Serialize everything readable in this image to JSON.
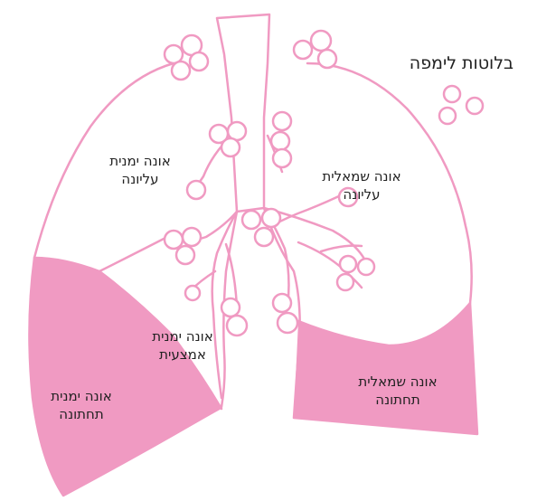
{
  "colors": {
    "outline": "#f09ac2",
    "fill": "#f09ac2",
    "background": "#ffffff",
    "text": "#222222"
  },
  "legend": {
    "text": "בלוטות לימפה"
  },
  "lobes": {
    "right_upper": {
      "line1": "אונה ימנית",
      "line2": "עליונה"
    },
    "right_middle": {
      "line1": "אונה ימנית",
      "line2": "אמצעית"
    },
    "right_lower": {
      "line1": "אונה ימנית",
      "line2": "תחתונה"
    },
    "left_upper": {
      "line1": "אונה שמאלית",
      "line2": "עליונה"
    },
    "left_lower": {
      "line1": "אונה שמאלית",
      "line2": "תחתונה"
    }
  }
}
